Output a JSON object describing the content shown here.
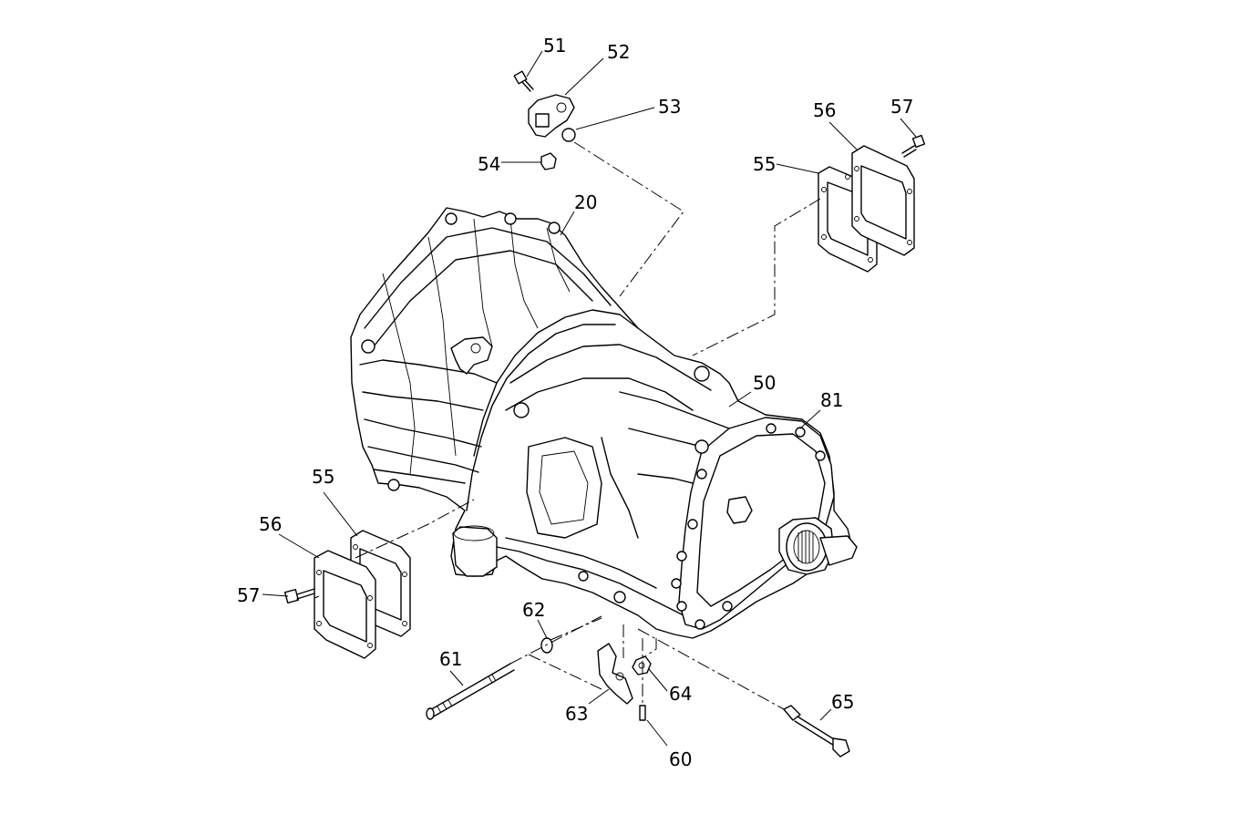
{
  "callouts": {
    "c20": "20",
    "c50": "50",
    "c51": "51",
    "c52": "52",
    "c53": "53",
    "c54": "54",
    "c55_top": "55",
    "c56_top": "56",
    "c57_top": "57",
    "c55_left": "55",
    "c56_left": "56",
    "c57_left": "57",
    "c60": "60",
    "c61": "61",
    "c62": "62",
    "c63": "63",
    "c64": "64",
    "c65": "65",
    "c81": "81"
  }
}
